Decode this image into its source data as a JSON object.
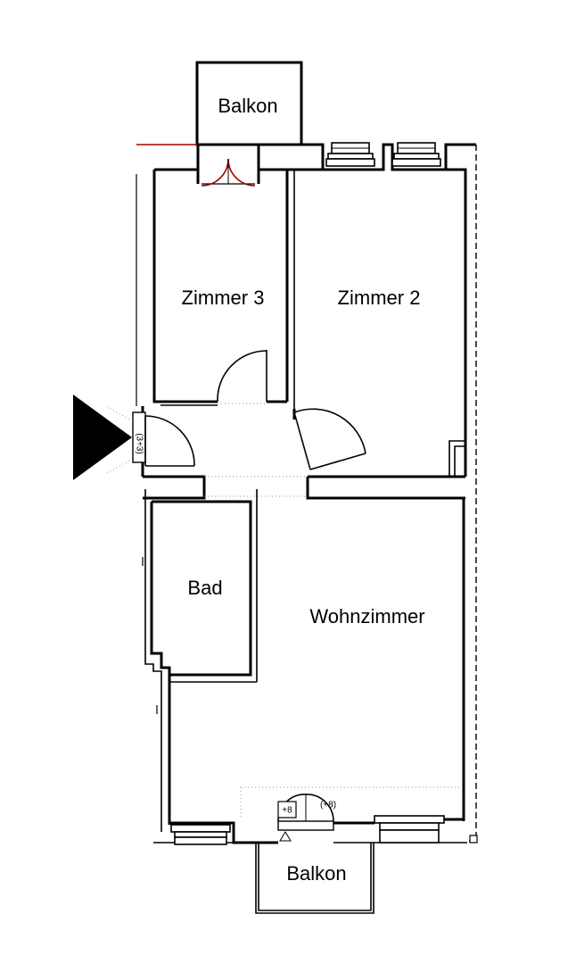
{
  "plan": {
    "rooms": {
      "balcony_top": "Balkon",
      "room3": "Zimmer 3",
      "room2": "Zimmer 2",
      "bath": "Bad",
      "living": "Wohnzimmer",
      "balcony_bottom": "Balkon"
    },
    "marks": {
      "entry_tag": "(3+3)",
      "tag_left": "+8",
      "tag_right": "(+8)"
    },
    "icons": {
      "entrance": "entrance-arrow-icon",
      "door": "door-swing-icon",
      "window": "window-icon"
    }
  }
}
